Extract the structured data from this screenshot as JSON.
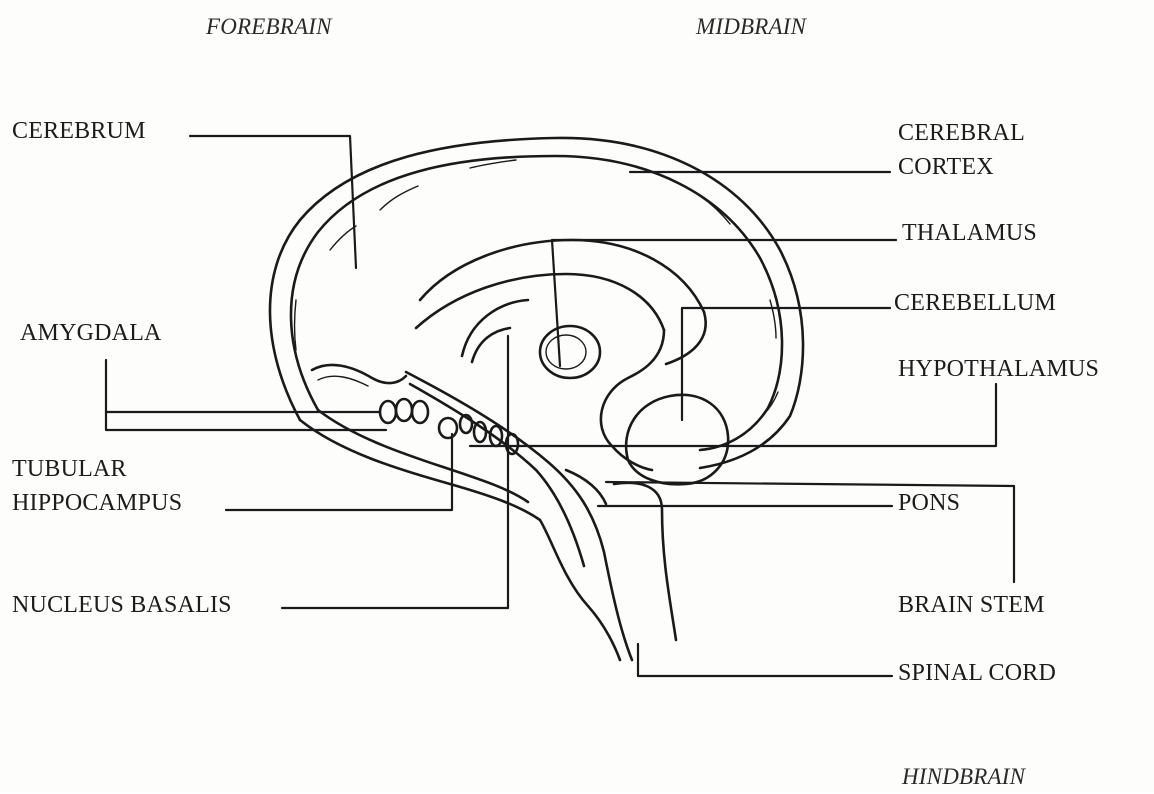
{
  "regions": {
    "forebrain": "FOREBRAIN",
    "midbrain": "MIDBRAIN",
    "hindbrain": "HINDBRAIN"
  },
  "labels": {
    "cerebrum": "CEREBRUM",
    "amygdala": "AMYGDALA",
    "tubular": "TUBULAR",
    "hippocampus": "HIPPOCAMPUS",
    "nucleus_basalis": "NUCLEUS BASALIS",
    "cerebral": "CEREBRAL",
    "cortex": "CORTEX",
    "thalamus": "THALAMUS",
    "cerebellum": "CEREBELLUM",
    "hypothalamus": "HYPOTHALAMUS",
    "pons": "PONS",
    "brain_stem": "BRAIN STEM",
    "spinal_cord": "SPINAL CORD"
  },
  "colors": {
    "ink": "#1a1a1a",
    "paper": "#fdfdfc"
  }
}
